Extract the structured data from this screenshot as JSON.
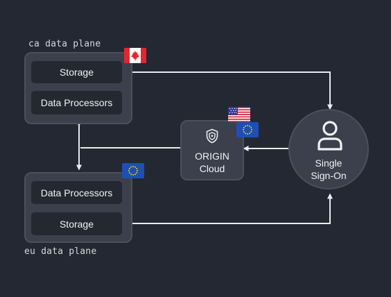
{
  "ca_plane": {
    "label": "ca data plane",
    "storage": "Storage",
    "processors": "Data Processors",
    "flag": "canada-flag"
  },
  "eu_plane": {
    "label": "eu data plane",
    "processors": "Data Processors",
    "storage": "Storage",
    "flag": "eu-flag"
  },
  "origin": {
    "line1": "ORIGIN",
    "line2": "Cloud",
    "icon": "shield-icon",
    "flags": [
      "us-flag",
      "eu-flag"
    ]
  },
  "sso": {
    "line1": "Single",
    "line2": "Sign-On",
    "icon": "user-icon"
  },
  "colors": {
    "background": "#232833",
    "node": "#3b404c",
    "inner": "#242831",
    "line": "#e9ecf1"
  }
}
